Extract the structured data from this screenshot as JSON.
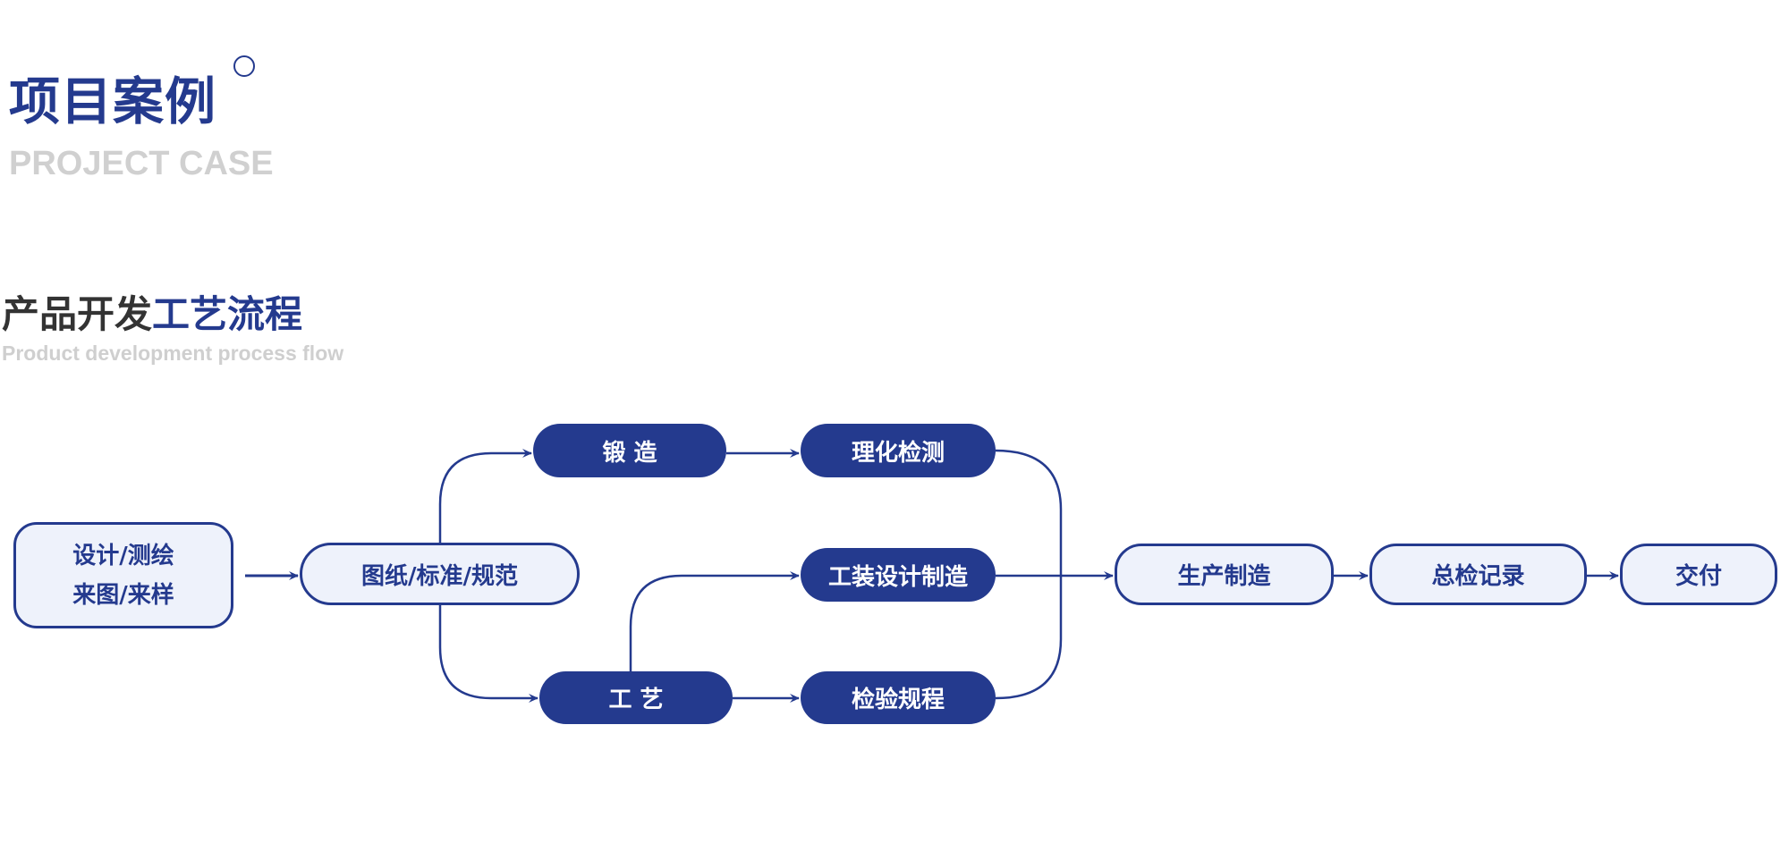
{
  "header": {
    "title": "项目案例",
    "subtitle": "PROJECT CASE",
    "section_title_part1": "产品开发",
    "section_title_part2": "工艺流程",
    "section_subtitle": "Product development process flow"
  },
  "flow": {
    "input_line1": "设计/测绘",
    "input_line2": "来图/来样",
    "drawings": "图纸/标准/规范",
    "forging": "锻 造",
    "testing": "理化检测",
    "tooling": "工装设计制造",
    "process": "工 艺",
    "inspection_rules": "检验规程",
    "production": "生产制造",
    "final_inspection": "总检记录",
    "delivery": "交付"
  },
  "colors": {
    "primary": "#243a8e",
    "light_fill": "#eef2fb",
    "muted": "#d0d0d0"
  }
}
